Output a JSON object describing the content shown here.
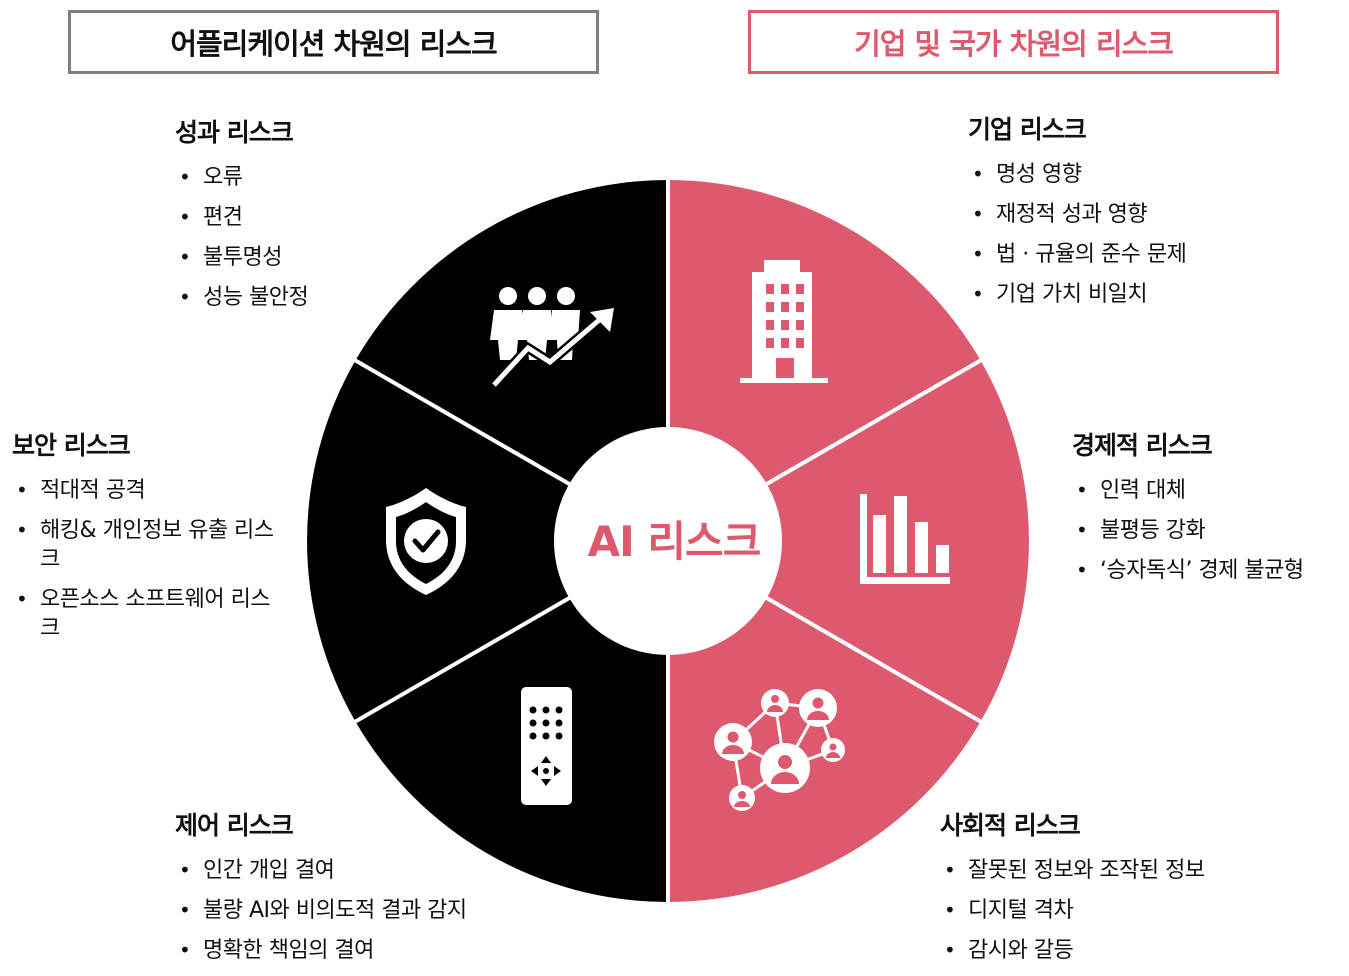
{
  "headers": {
    "left": "어플리케이션 차원의 리스크",
    "right": "기업 및 국가 차원의 리스크"
  },
  "center_label": "AI 리스크",
  "colors": {
    "dark": "#000000",
    "accent": "#dd5a6e",
    "header_left_border": "#7f7f7f",
    "header_right_border": "#dd5a6e"
  },
  "segments": [
    {
      "key": "performance",
      "icon": "people-growth-icon",
      "title": "성과 리스크",
      "items": [
        "오류",
        "편견",
        "불투명성",
        "성능 불안정"
      ]
    },
    {
      "key": "security",
      "icon": "shield-check-icon",
      "title": "보안 리스크",
      "items": [
        "적대적 공격",
        "해킹& 개인정보 유출 리스크",
        "오픈소스 소프트웨어 리스크"
      ]
    },
    {
      "key": "control",
      "icon": "remote-control-icon",
      "title": "제어 리스크",
      "items": [
        "인간 개입 결여",
        "불량 AI와 비의도적 결과 감지",
        "명확한 책임의 결여"
      ]
    },
    {
      "key": "enterprise",
      "icon": "office-building-icon",
      "title": "기업 리스크",
      "items": [
        "명성 영향",
        "재정적 성과 영향",
        "법 · 규율의 준수 문제",
        "기업 가치 비일치"
      ]
    },
    {
      "key": "economic",
      "icon": "bar-chart-icon",
      "title": "경제적 리스크",
      "items": [
        "인력 대체",
        "불평등 강화",
        "‘승자독식’ 경제 불균형"
      ]
    },
    {
      "key": "social",
      "icon": "people-network-icon",
      "title": "사회적 리스크",
      "items": [
        "잘못된 정보와 조작된 정보",
        "디지털 격차",
        "감시와 갈등"
      ]
    }
  ]
}
